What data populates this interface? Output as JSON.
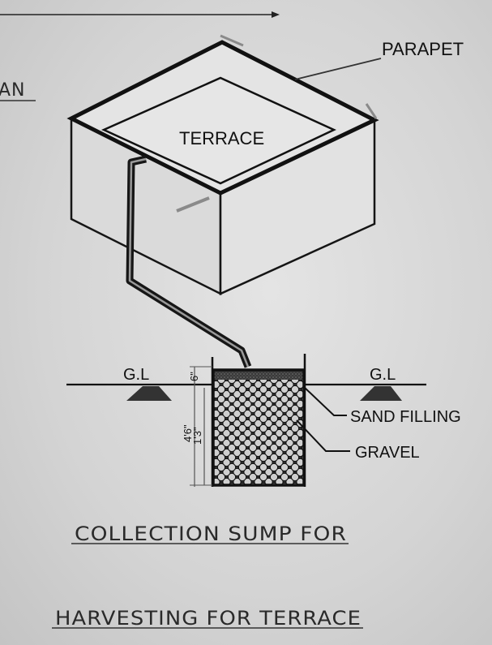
{
  "labels": {
    "parapet": "PARAPET",
    "terrace": "TERRACE",
    "gl_left": "G.L",
    "gl_right": "G.L",
    "sand_filling": "SAND FILLING",
    "gravel": "GRAVEL",
    "partial_heading": "AN"
  },
  "dimensions": {
    "top_layer": "6\"",
    "total_depth": "4'6\"",
    "gravel_depth": "1'3\""
  },
  "caption": {
    "line1": "COLLECTION SUMP FOR",
    "line2": "HARVESTING FOR TERRACE"
  }
}
